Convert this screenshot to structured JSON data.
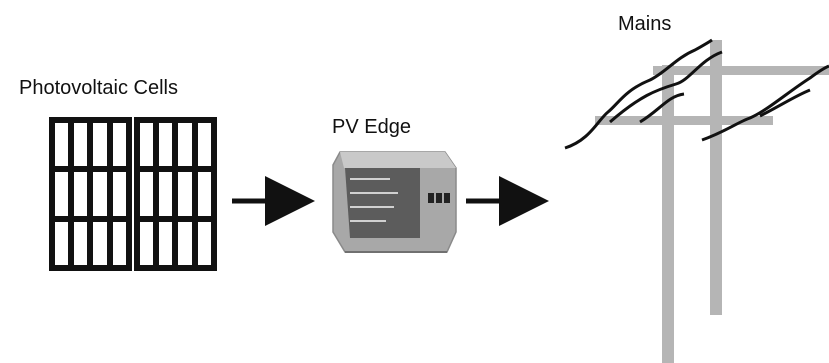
{
  "labels": {
    "pv_cells": "Photovoltaic Cells",
    "pv_edge": "PV Edge",
    "mains": "Mains"
  },
  "colors": {
    "stroke": "#111111",
    "device_body": "#a8a8a8",
    "device_panel": "#5c5c5c",
    "pole": "#b5b5b5",
    "wire": "#111111"
  },
  "icons": {
    "solar_panel": "solar-panel-icon",
    "inverter": "inverter-device-icon",
    "utility_pole": "utility-pole-icon",
    "arrow": "arrow-right-icon"
  }
}
